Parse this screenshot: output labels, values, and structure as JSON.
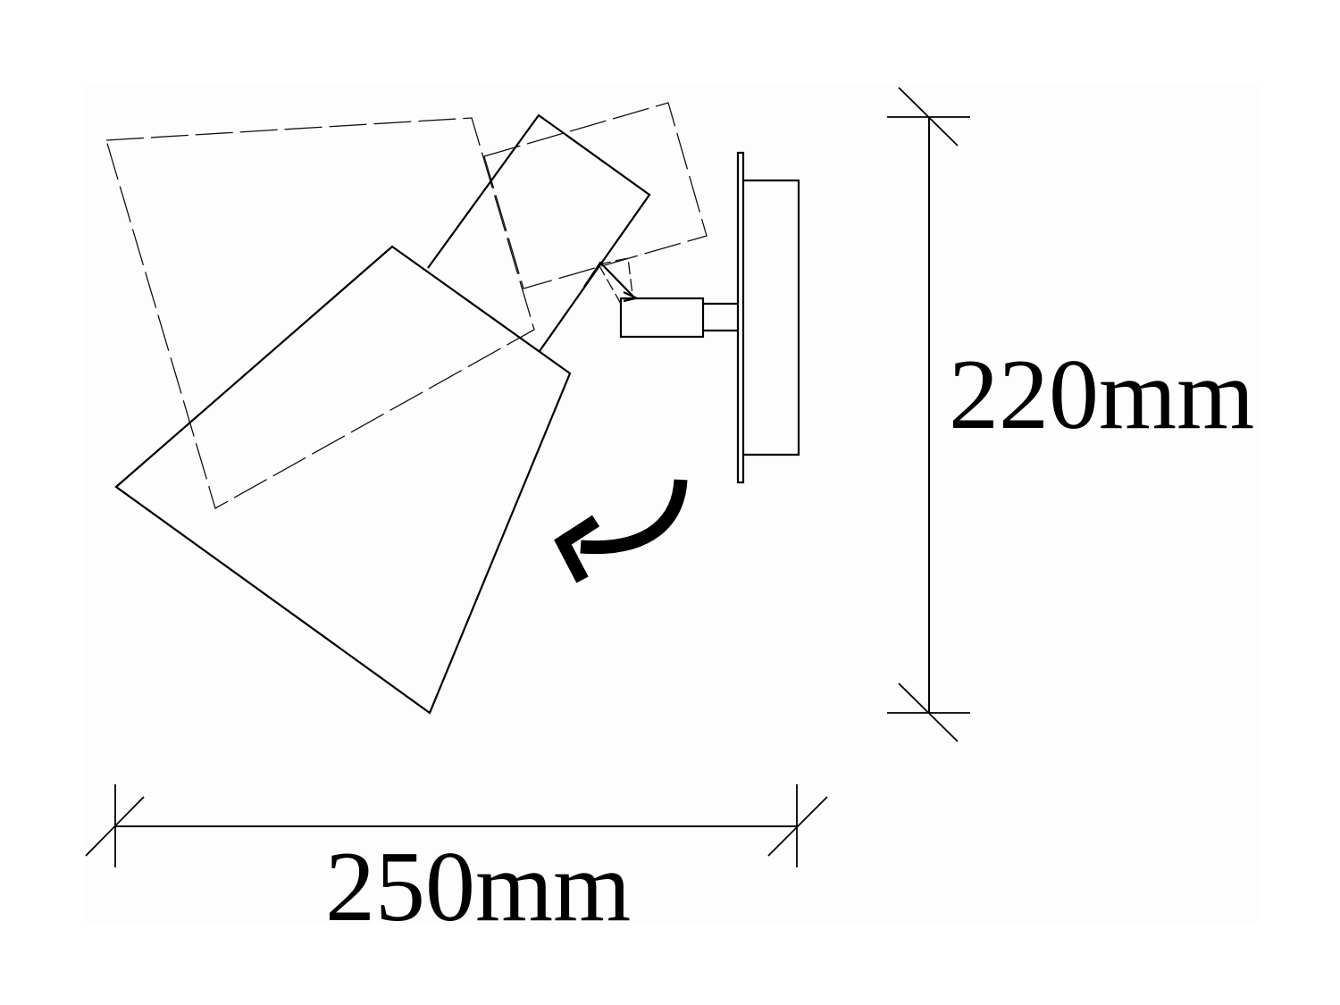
{
  "diagram": {
    "type": "technical-dimension-drawing",
    "subject": "adjustable wall spotlight",
    "colors": {
      "line": "#000000",
      "background": "#ffffff",
      "panel": "#fdfdfd"
    },
    "dimensions": {
      "height": {
        "label": "220mm",
        "orientation": "vertical"
      },
      "width": {
        "label": "250mm",
        "orientation": "horizontal"
      }
    },
    "annotations": {
      "rotation_arrow": "curved-arrow-counterclockwise",
      "alternate_positions": "dashed outlines"
    }
  }
}
